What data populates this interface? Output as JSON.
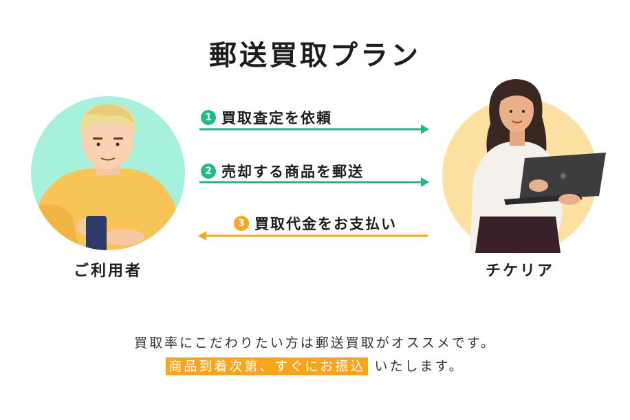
{
  "title": "郵送買取プラン",
  "colors": {
    "green": "#21b98a",
    "orange": "#f5a623",
    "highlight": "#f8a51e",
    "user_circle": "#a7f0dc",
    "staff_circle": "#fde1a3"
  },
  "user": {
    "label": "ご利用者"
  },
  "staff": {
    "label": "チケリア"
  },
  "steps": [
    {
      "number": "1",
      "label": "買取査定を依頼",
      "direction": "right",
      "color": "green"
    },
    {
      "number": "2",
      "label": "売却する商品を郵送",
      "direction": "right",
      "color": "green"
    },
    {
      "number": "3",
      "label": "買取代金をお支払い",
      "direction": "left",
      "color": "orange"
    }
  ],
  "footer": {
    "line1": "買取率にこだわりたい方は郵送買取がオススメです。",
    "highlight": "商品到着次第、すぐにお振込",
    "line2_rest": " いたします。"
  }
}
